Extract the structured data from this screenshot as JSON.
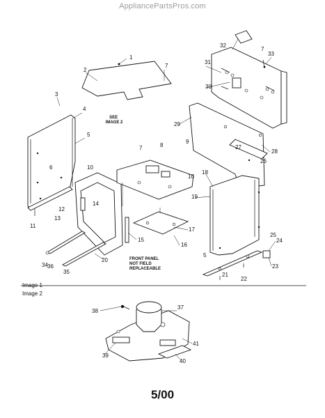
{
  "watermark": "AppliancePartsPros.com",
  "image1_label": "Image 1",
  "image2_label": "Image 2",
  "date_code": "5/00",
  "notes": {
    "see_image": [
      "SEE",
      "IMAGE 2"
    ],
    "front_panel": [
      "FRONT PANEL",
      "NOT FIELD",
      "REPLACEABLE"
    ]
  },
  "callouts": {
    "c1": "1",
    "c2": "2",
    "c3": "3",
    "c4": "4",
    "c5": "5",
    "c5b": "5",
    "c6": "6",
    "c7a": "7",
    "c7b": "7",
    "c7c": "7",
    "c8": "8",
    "c9": "9",
    "c10a": "10",
    "c10b": "10",
    "c11": "11",
    "c12": "12",
    "c13": "13",
    "c14": "14",
    "c15": "15",
    "c16": "16",
    "c17": "17",
    "c18": "18",
    "c19": "19",
    "c20": "20",
    "c21": "21",
    "c22": "22",
    "c23": "23",
    "c24": "24",
    "c25": "25",
    "c26": "26",
    "c27": "27",
    "c28": "28",
    "c29": "29",
    "c30": "30",
    "c31": "31",
    "c32": "32",
    "c33": "33",
    "c34": "34",
    "c35": "35",
    "c36": "36",
    "c37": "37",
    "c38": "38",
    "c39": "39",
    "c40": "40",
    "c41": "41"
  }
}
